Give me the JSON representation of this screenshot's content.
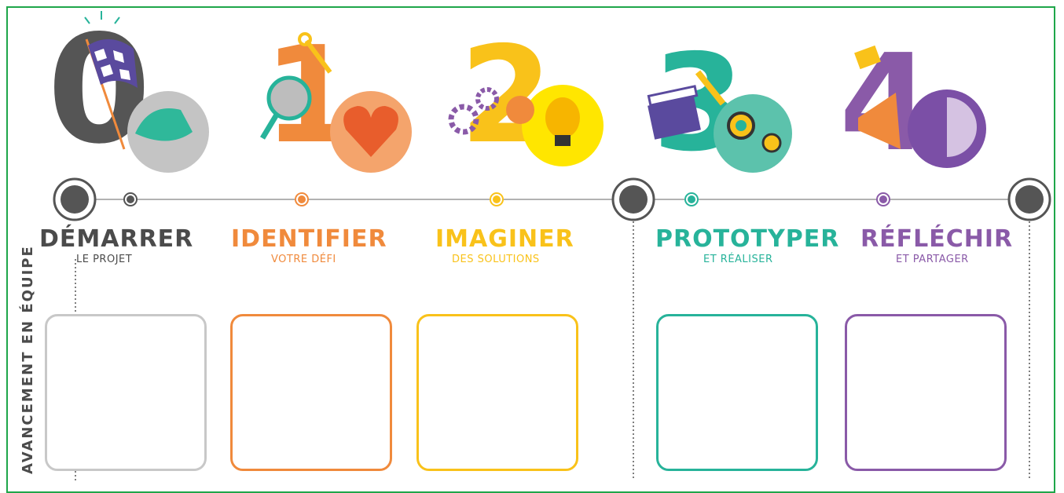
{
  "side_label": "AVANCEMENT EN ÉQUIPE",
  "stages": [
    {
      "title": "DÉMARRER",
      "subtitle": "LE PROJET",
      "color": "#4b4b4b",
      "box_color": "#c8c8c8",
      "number": "0",
      "icon": "checkered-flag-icon"
    },
    {
      "title": "IDENTIFIER",
      "subtitle": "VOTRE DÉFI",
      "color": "#f08a3c",
      "box_color": "#f08a3c",
      "number": "1",
      "icon": "heart-magnifier-icon"
    },
    {
      "title": "IMAGINER",
      "subtitle": "DES SOLUTIONS",
      "color": "#f9c21a",
      "box_color": "#f9c21a",
      "number": "2",
      "icon": "lightbulb-icon"
    },
    {
      "title": "PROTOTYPER",
      "subtitle": "ET RÉALISER",
      "color": "#27b39a",
      "box_color": "#27b39a",
      "number": "3",
      "icon": "gears-icon"
    },
    {
      "title": "RÉFLÉCHIR",
      "subtitle": "ET PARTAGER",
      "color": "#8a5aa8",
      "box_color": "#8a5aa8",
      "number": "4",
      "icon": "speech-bubble-icon"
    }
  ]
}
